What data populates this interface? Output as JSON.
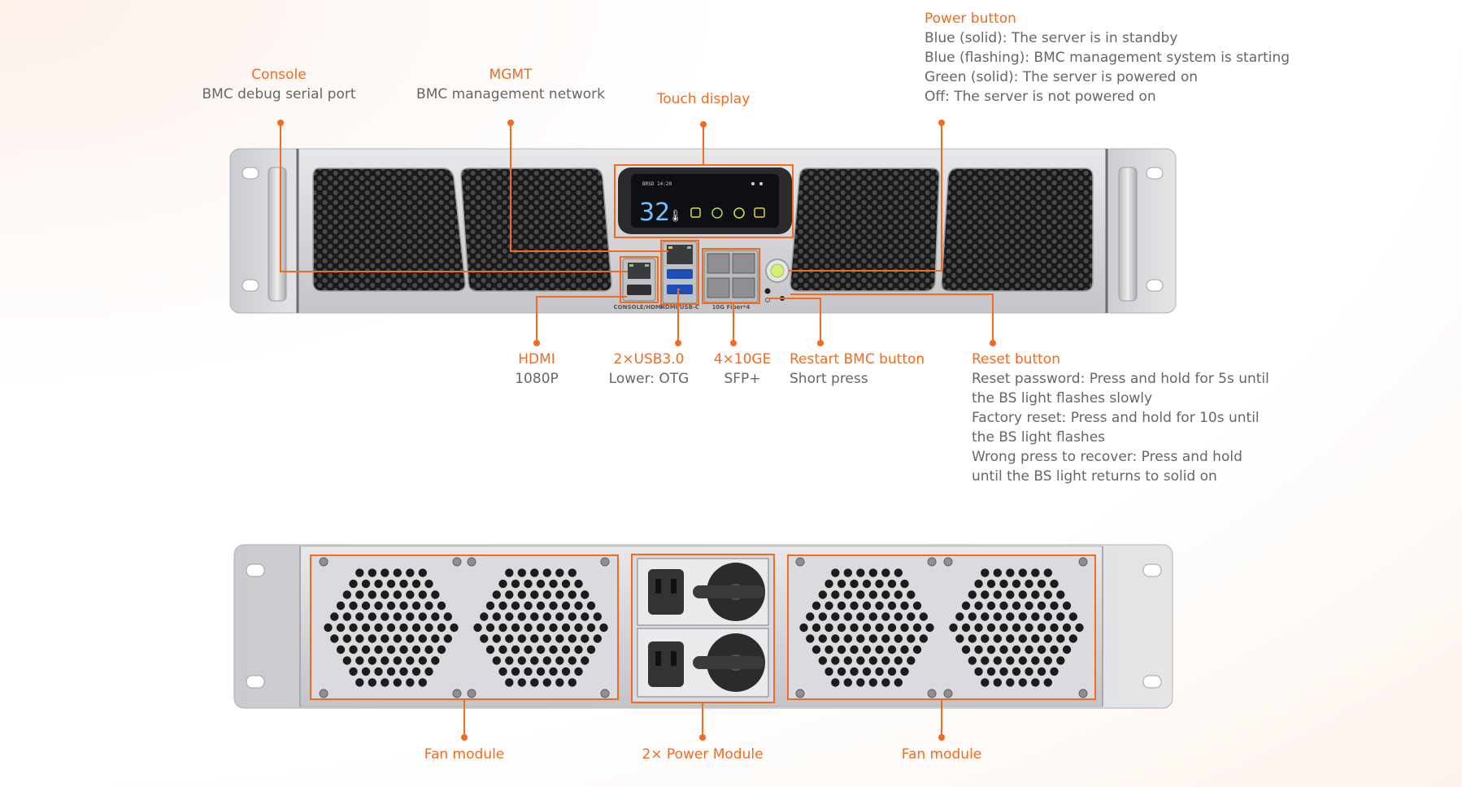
{
  "front_callouts": {
    "console": {
      "title": "Console",
      "desc": "BMC debug serial port"
    },
    "mgmt": {
      "title": "MGMT",
      "desc": "BMC management network"
    },
    "touch_display": {
      "title": "Touch display"
    },
    "power_button": {
      "title": "Power button",
      "lines": [
        "Blue (solid): The server is in standby",
        "Blue (flashing): BMC management system is starting",
        "Green (solid): The server is powered on",
        "Off: The server is not powered on"
      ]
    },
    "hdmi": {
      "title": "HDMI",
      "desc": "1080P"
    },
    "usb": {
      "title": "2×USB3.0",
      "desc": "Lower: OTG"
    },
    "sfp": {
      "title": "4×10GE",
      "desc": "SFP+"
    },
    "restart_bmc": {
      "title": "Restart BMC button",
      "desc": "Short press"
    },
    "reset_button": {
      "title": "Reset button",
      "lines": [
        "Reset password: Press and hold for 5s until",
        "the BS light flashes slowly",
        "Factory reset: Press and hold for 10s until",
        "the BS light flashes",
        "Wrong press to recover: Press and hold",
        "until the BS light returns to solid on"
      ]
    }
  },
  "rear_callouts": {
    "fan_left": {
      "title": "Fan module"
    },
    "power_module": {
      "title": "2× Power Module"
    },
    "fan_right": {
      "title": "Fan module"
    }
  },
  "device_labels": {
    "console_hdmi": "CONSOLE/HDMI",
    "hdmi_usb": "HDMI/USB-C",
    "sfp_ports": "10G Fiber*4"
  },
  "lcd": {
    "temperature": "32",
    "time": "BRSD 14:20"
  },
  "colors": {
    "accent": "#f26b1f",
    "text_gray": "#666666",
    "chassis": "#d5d7da"
  }
}
